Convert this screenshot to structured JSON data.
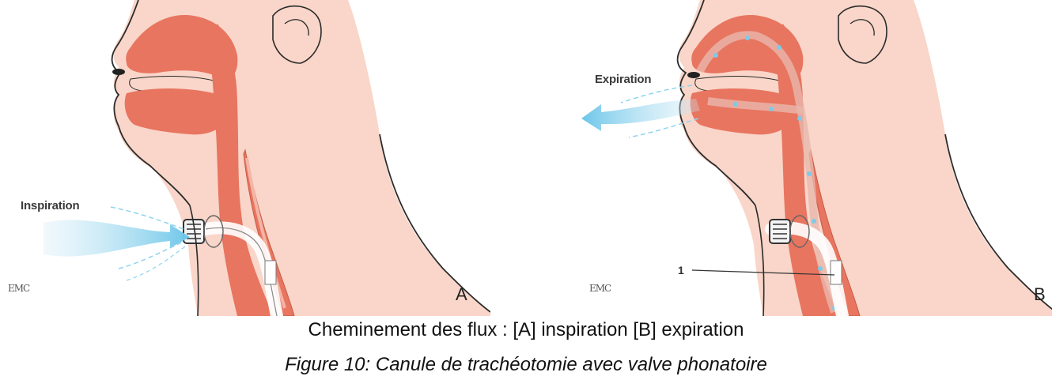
{
  "panel_a": {
    "flow_label": "Inspiration",
    "panel_letter": "A",
    "publisher_mark": "EMC"
  },
  "panel_b": {
    "flow_label": "Expiration",
    "panel_letter": "B",
    "publisher_mark": "EMC",
    "callout_number": "1"
  },
  "caption": "Cheminement des flux : [A] inspiration [B] expiration",
  "figure_caption": "Figure 10: Canule de trachéotomie avec valve phonatoire",
  "colors": {
    "skin": "#f9d6c9",
    "airway": "#e87560",
    "outline": "#2b2b2b",
    "airflow": "#7ccbe8",
    "cannula": "#f2f2f2"
  }
}
